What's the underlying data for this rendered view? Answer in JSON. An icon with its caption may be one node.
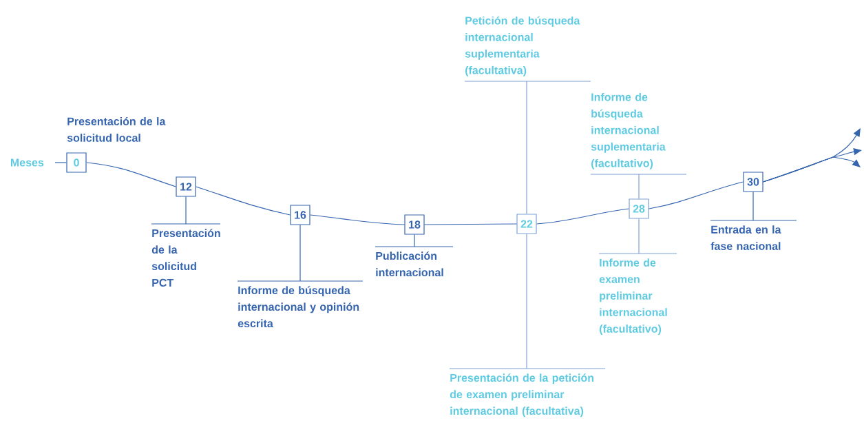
{
  "diagram": {
    "nodes": [
      {
        "text": [
          "Meses"
        ]
      },
      {
        "text": [
          "0"
        ],
        "beside": [
          "Presentación de la solicitud local"
        ]
      },
      {
        "text": [
          "12"
        ]
      },
      {
        "text": [
          "Presentación de la solicitud PCT"
        ]
      },
      {
        "text": [
          "16"
        ]
      },
      {
        "text": [
          "Informe de búsqueda internacional y opinión escrita"
        ]
      },
      {
        "text": [
          "18"
        ]
      },
      {
        "text": [
          "Publicación internacional"
        ]
      },
      {
        "text": [
          "22"
        ]
      },
      {
        "text": [
          "Petición de búsqueda internacional suplementaria (facultativa)"
        ]
      },
      {
        "text": [
          "Presentación de la petición de examen preliminar internacional (facultativa)"
        ]
      },
      {
        "text": [
          "28"
        ]
      },
      {
        "text": [
          "Informe de búsqueda internacional suplementaria (facultativo)"
        ]
      },
      {
        "text": [
          "Informe de examen preliminar internacional (facultativo)"
        ]
      },
      {
        "text": [
          "30"
        ]
      },
      {
        "text": [
          "Entrada en la fase nacional"
        ]
      }
    ],
    "edges": [
      {
        "from": 0,
        "to": 1,
        "arrow": "none"
      },
      {
        "from": 1,
        "to": 2,
        "arrow": "none"
      },
      {
        "from": 2,
        "to": 4,
        "arrow": "none"
      },
      {
        "from": 4,
        "to": 6,
        "arrow": "none"
      },
      {
        "from": 6,
        "to": 8,
        "arrow": "none"
      },
      {
        "from": 8,
        "to": 11,
        "arrow": "none"
      },
      {
        "from": 11,
        "to": 14,
        "arrow": "none"
      },
      {
        "from": 14,
        "to": null,
        "arrow": "to"
      },
      {
        "from": 14,
        "to": null,
        "arrow": "to"
      },
      {
        "from": 14,
        "to": null,
        "arrow": "to"
      },
      {
        "from": 2,
        "to": 3,
        "arrow": "none"
      },
      {
        "from": 4,
        "to": 5,
        "arrow": "none"
      },
      {
        "from": 6,
        "to": 7,
        "arrow": "none"
      },
      {
        "from": 8,
        "to": 9,
        "arrow": "none",
        "color": "#7fa0d6"
      },
      {
        "from": 8,
        "to": 10,
        "arrow": "none",
        "color": "#7fa0d6"
      },
      {
        "from": 11,
        "to": 12,
        "arrow": "none",
        "color": "#7fa0d6"
      },
      {
        "from": 11,
        "to": 13,
        "arrow": "none",
        "color": "#7fa0d6"
      },
      {
        "from": 14,
        "to": 15,
        "arrow": "none"
      }
    ]
  }
}
